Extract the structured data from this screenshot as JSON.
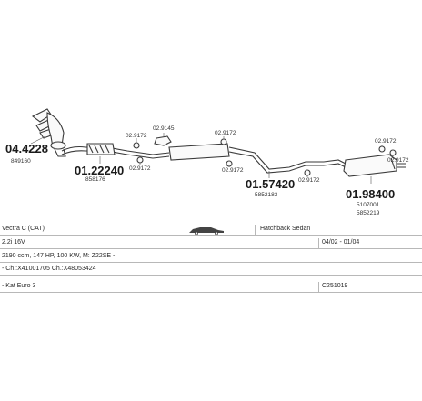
{
  "parts": {
    "manifold": {
      "number": "04.4228",
      "ref": "849160"
    },
    "front_pipe": {
      "number": "01.22240",
      "ref": "858176"
    },
    "centre_silencer": {
      "number": "01.57420",
      "ref": "5852183"
    },
    "rear_silencer": {
      "number": "01.98400",
      "ref1": "5107001",
      "ref2": "5852219"
    }
  },
  "fittings": {
    "f1": "02.9172",
    "f2": "02.9172",
    "f3": "02.9145",
    "f4": "02.9172",
    "f5": "02.9172",
    "f6": "02.9172",
    "f7": "02.9172",
    "f8": "02.9172"
  },
  "info": {
    "model": "Vectra C (CAT)",
    "body": "Hatchback Sedan",
    "engine": "2.2i 16V",
    "years": "04/02 - 01/04",
    "specs": "2190 ccm, 147 HP, 100 KW, M: Z22SE -",
    "chassis": "- Ch.:X41001705 Ch.:X48053424",
    "norm": "- Kat Euro 3",
    "code": "C251019"
  }
}
